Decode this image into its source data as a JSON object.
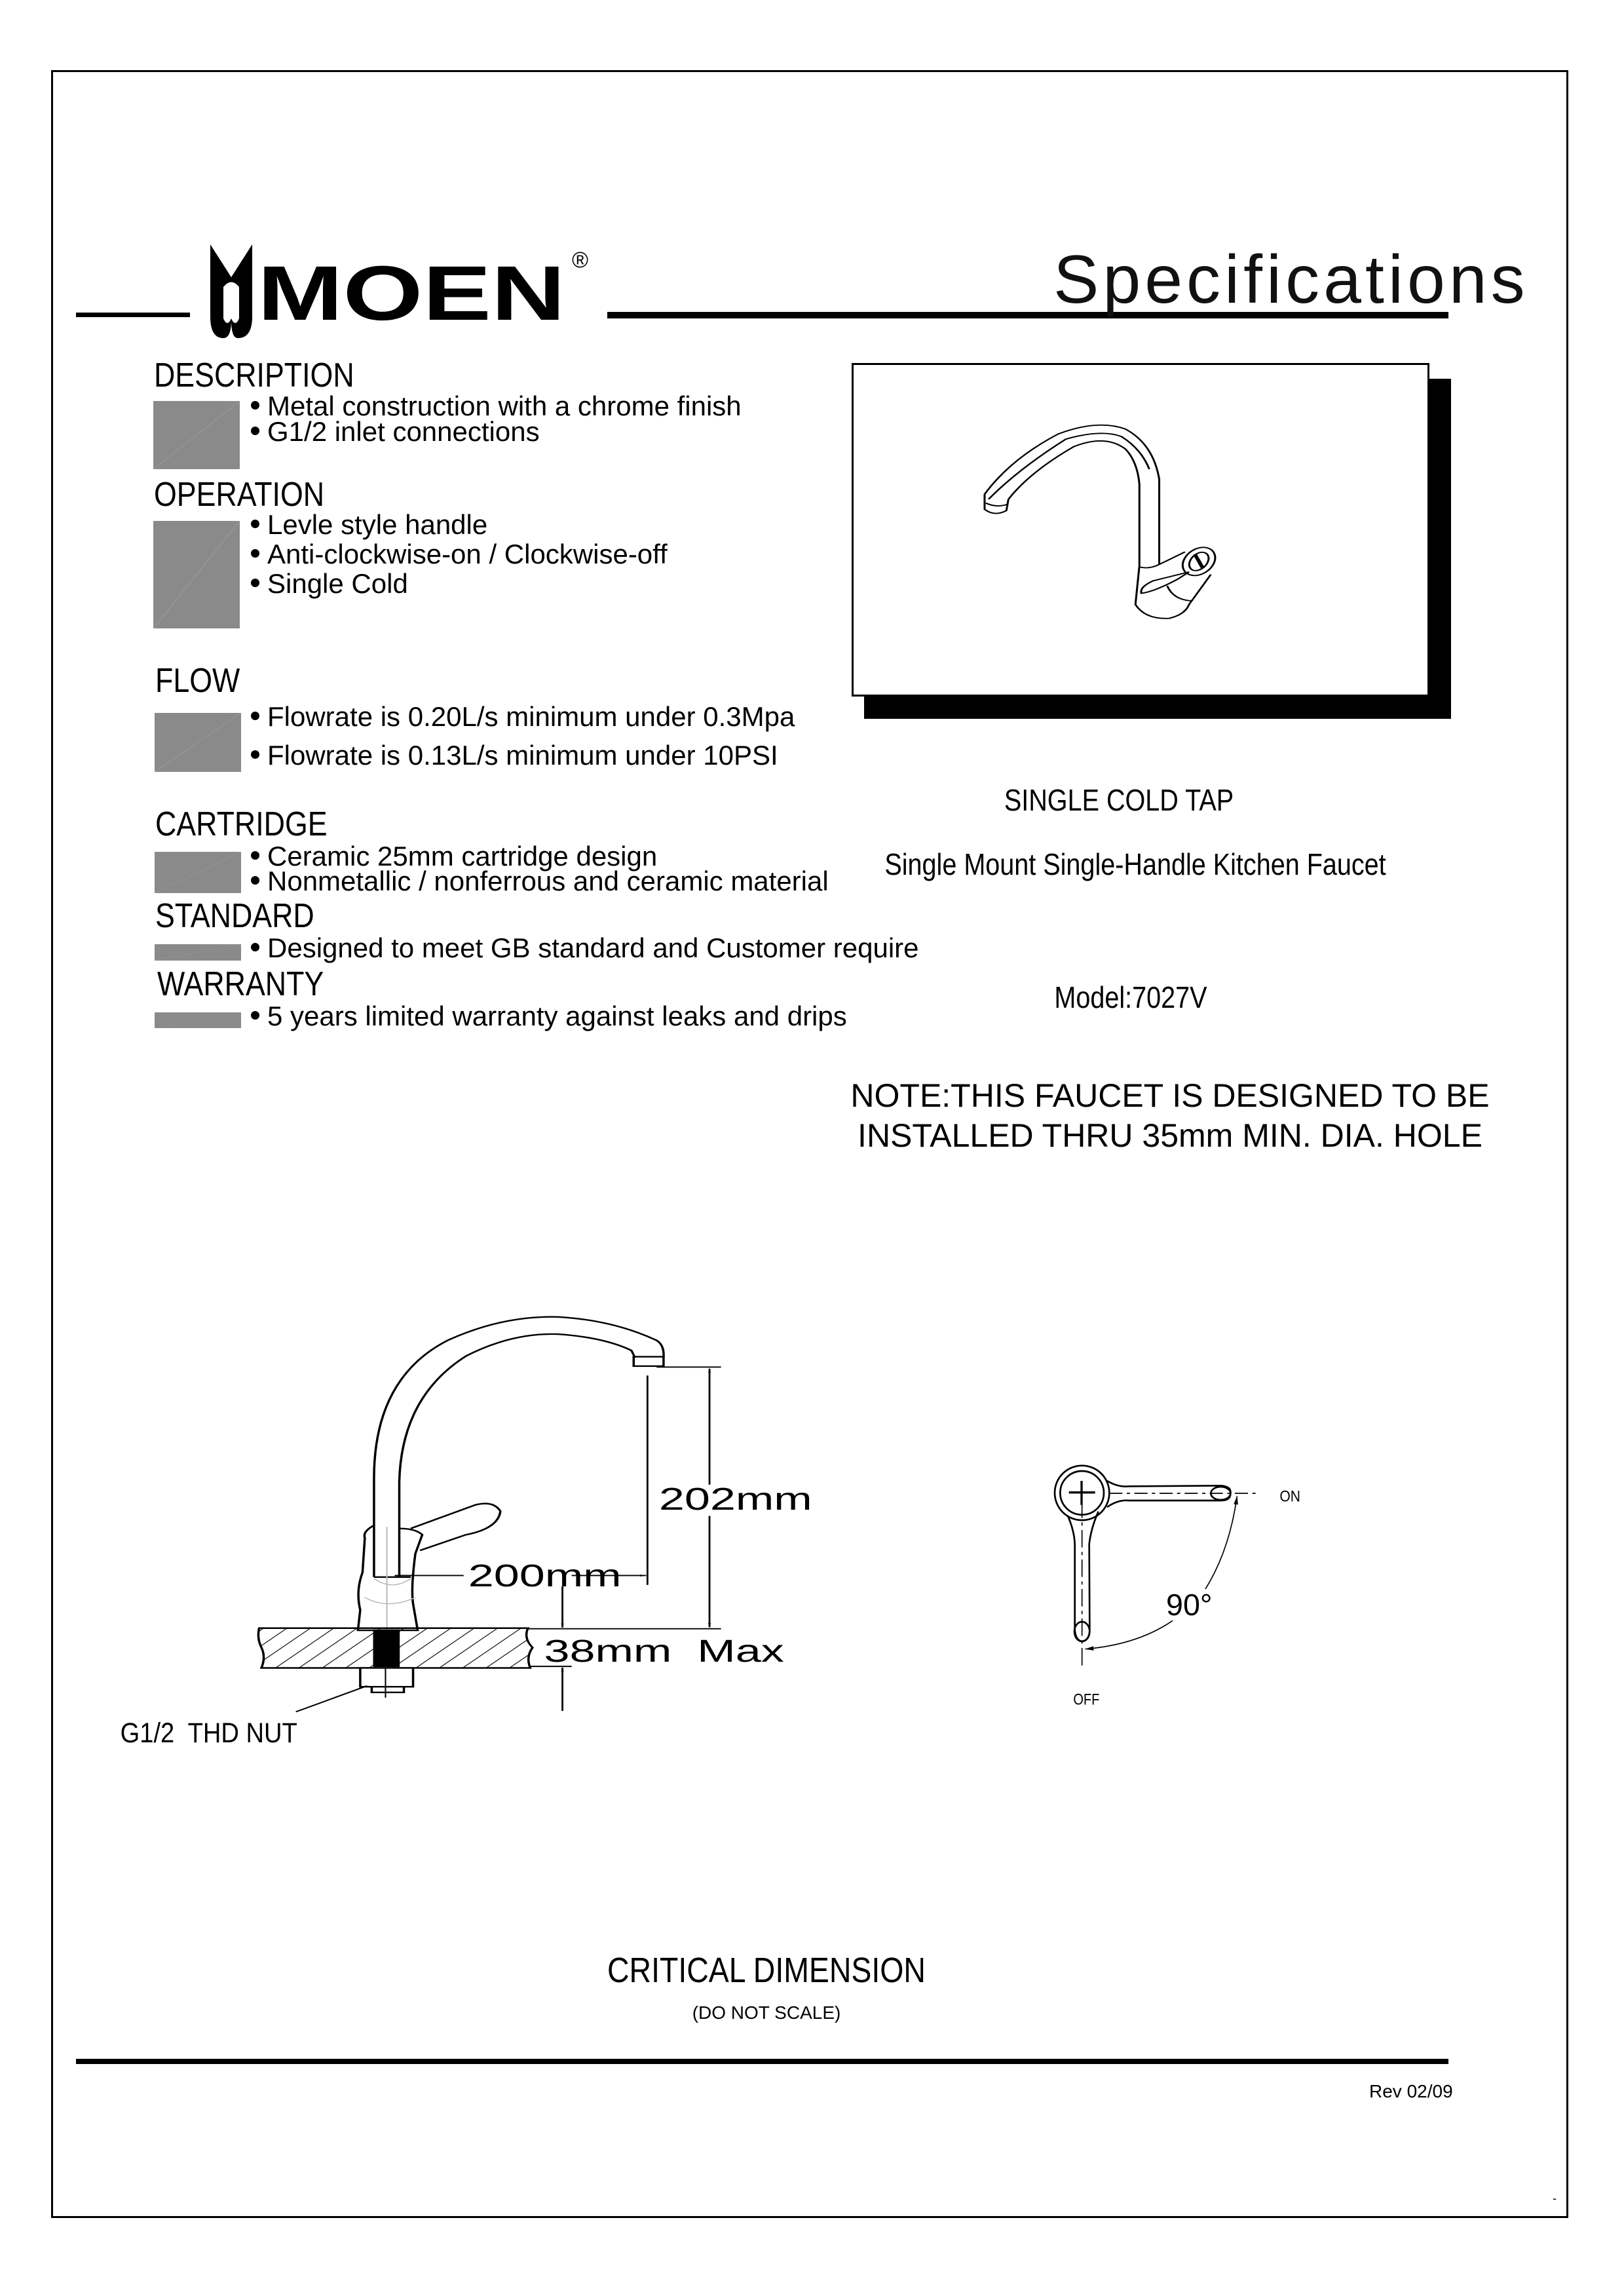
{
  "header": {
    "brand": "MOEN",
    "registered_mark": "®",
    "title": "Specifications"
  },
  "sections": [
    {
      "heading": "DESCRIPTION",
      "items": [
        "Metal construction with a chrome finish",
        "G1/2 inlet connections"
      ]
    },
    {
      "heading": "OPERATION",
      "items": [
        "Levle style handle",
        "Anti-clockwise-on / Clockwise-off",
        "Single Cold"
      ]
    },
    {
      "heading": "FLOW",
      "items": [
        "Flowrate is 0.20L/s minimum under 0.3Mpa",
        "Flowrate is 0.13L/s minimum under 10PSI"
      ]
    },
    {
      "heading": "CARTRIDGE",
      "items": [
        "Ceramic 25mm  cartridge design",
        "Nonmetallic / nonferrous and ceramic material"
      ]
    },
    {
      "heading": "STANDARD",
      "items": [
        "Designed to meet GB standard and Customer require"
      ]
    },
    {
      "heading": "WARRANTY",
      "items": [
        "5 years limited warranty against leaks and drips"
      ]
    }
  ],
  "product": {
    "type": "SINGLE   COLD TAP",
    "name": "Single Mount Single-Handle Kitchen  Faucet",
    "model": "Model:7027V",
    "note_line1": "NOTE:THIS FAUCET IS DESIGNED TO BE",
    "note_line2": "INSTALLED THRU 35mm MIN. DIA. HOLE"
  },
  "dimensions": {
    "height": "202mm",
    "reach": "200mm",
    "deck_thickness": "38mm  Max",
    "nut_label": "G1/2  THD NUT",
    "rotation_angle": "90°",
    "on_label": "ON",
    "off_label": "OFF"
  },
  "footer": {
    "title": "CRITICAL DIMENSION",
    "subtitle": "(DO NOT SCALE)",
    "revision": "Rev 02/09",
    "corner_mark": "-"
  }
}
